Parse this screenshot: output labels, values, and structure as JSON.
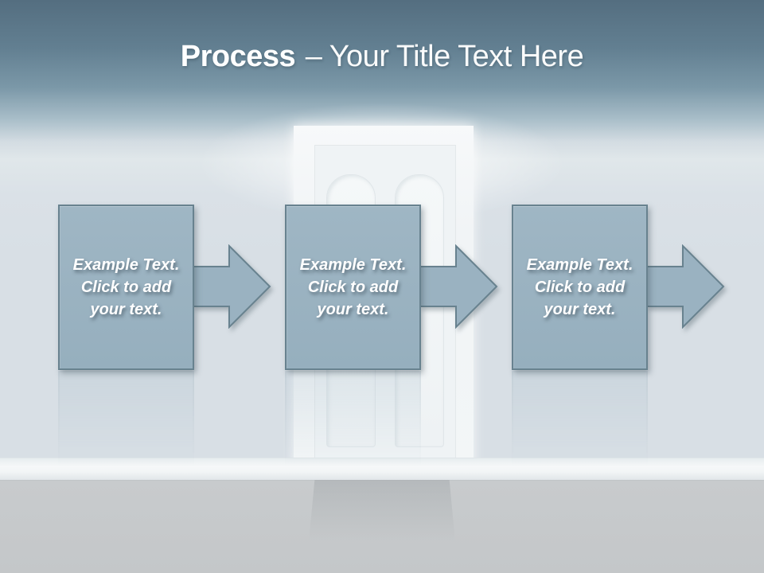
{
  "header": {
    "title_bold": "Process",
    "title_rest": "– Your Title Text Here"
  },
  "steps": [
    {
      "label": "step-1",
      "lines": [
        "Example Text.",
        "Click to add",
        "your text."
      ]
    },
    {
      "label": "step-2",
      "lines": [
        "Example Text.",
        "Click to add",
        "your text."
      ]
    },
    {
      "label": "step-3",
      "lines": [
        "Example Text.",
        "Click to add",
        "your text."
      ]
    }
  ],
  "icons": {
    "step_arrow": "block-arrow-right"
  },
  "colors": {
    "shape_fill": "#9ab2c1",
    "shape_border": "#68828f",
    "header_top": "#546e80",
    "header_mid": "#7b98a8",
    "wall": "#d8dfe5",
    "baseboard": "#f2f5f6",
    "floor": "#c8cbcd",
    "text": "#ffffff"
  }
}
